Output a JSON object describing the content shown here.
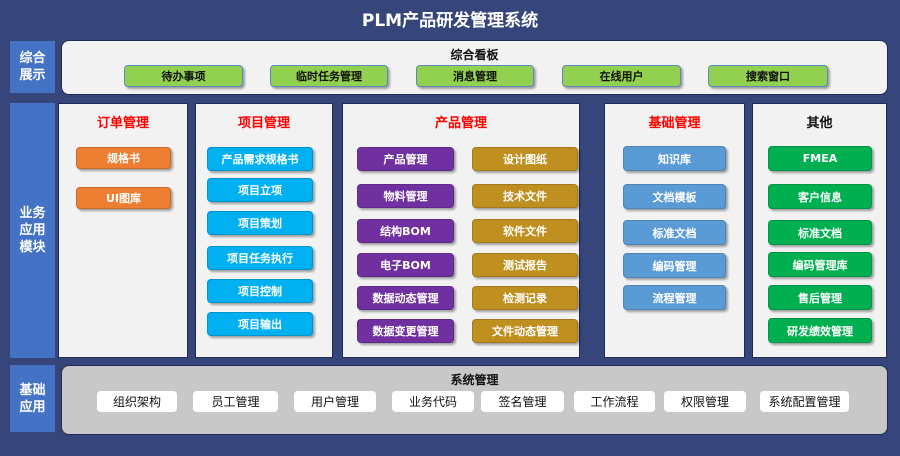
{
  "title": "PLM产品研发管理系统",
  "side": {
    "overview": "综合展示",
    "business": "业务应用模块",
    "base": "基础应用"
  },
  "dashboard": {
    "title": "综合看板",
    "buttons": [
      "待办事项",
      "临时任务管理",
      "消息管理",
      "在线用户",
      "搜索窗口"
    ]
  },
  "order": {
    "title": "订单管理",
    "buttons": [
      "规格书",
      "UI图库"
    ]
  },
  "project": {
    "title": "项目管理",
    "buttons": [
      "产品需求规格书",
      "项目立项",
      "项目策划",
      "项目任务执行",
      "项目控制",
      "项目输出"
    ]
  },
  "product": {
    "title": "产品管理",
    "left": [
      "产品管理",
      "物料管理",
      "结构BOM",
      "电子BOM",
      "数据动态管理",
      "数据变更管理"
    ],
    "right": [
      "设计图纸",
      "技术文件",
      "软件文件",
      "测试报告",
      "检测记录",
      "文件动态管理"
    ]
  },
  "basic": {
    "title": "基础管理",
    "buttons": [
      "知识库",
      "文档模板",
      "标准文档",
      "编码管理",
      "流程管理"
    ]
  },
  "other": {
    "title": "其他",
    "buttons": [
      "FMEA",
      "客户信息",
      "标准文档",
      "编码管理库",
      "售后管理",
      "研发绩效管理"
    ]
  },
  "system": {
    "title": "系统管理",
    "buttons": [
      "组织架构",
      "员工管理",
      "用户管理",
      "业务代码",
      "签名管理",
      "工作流程",
      "权限管理",
      "系统配置管理"
    ]
  }
}
